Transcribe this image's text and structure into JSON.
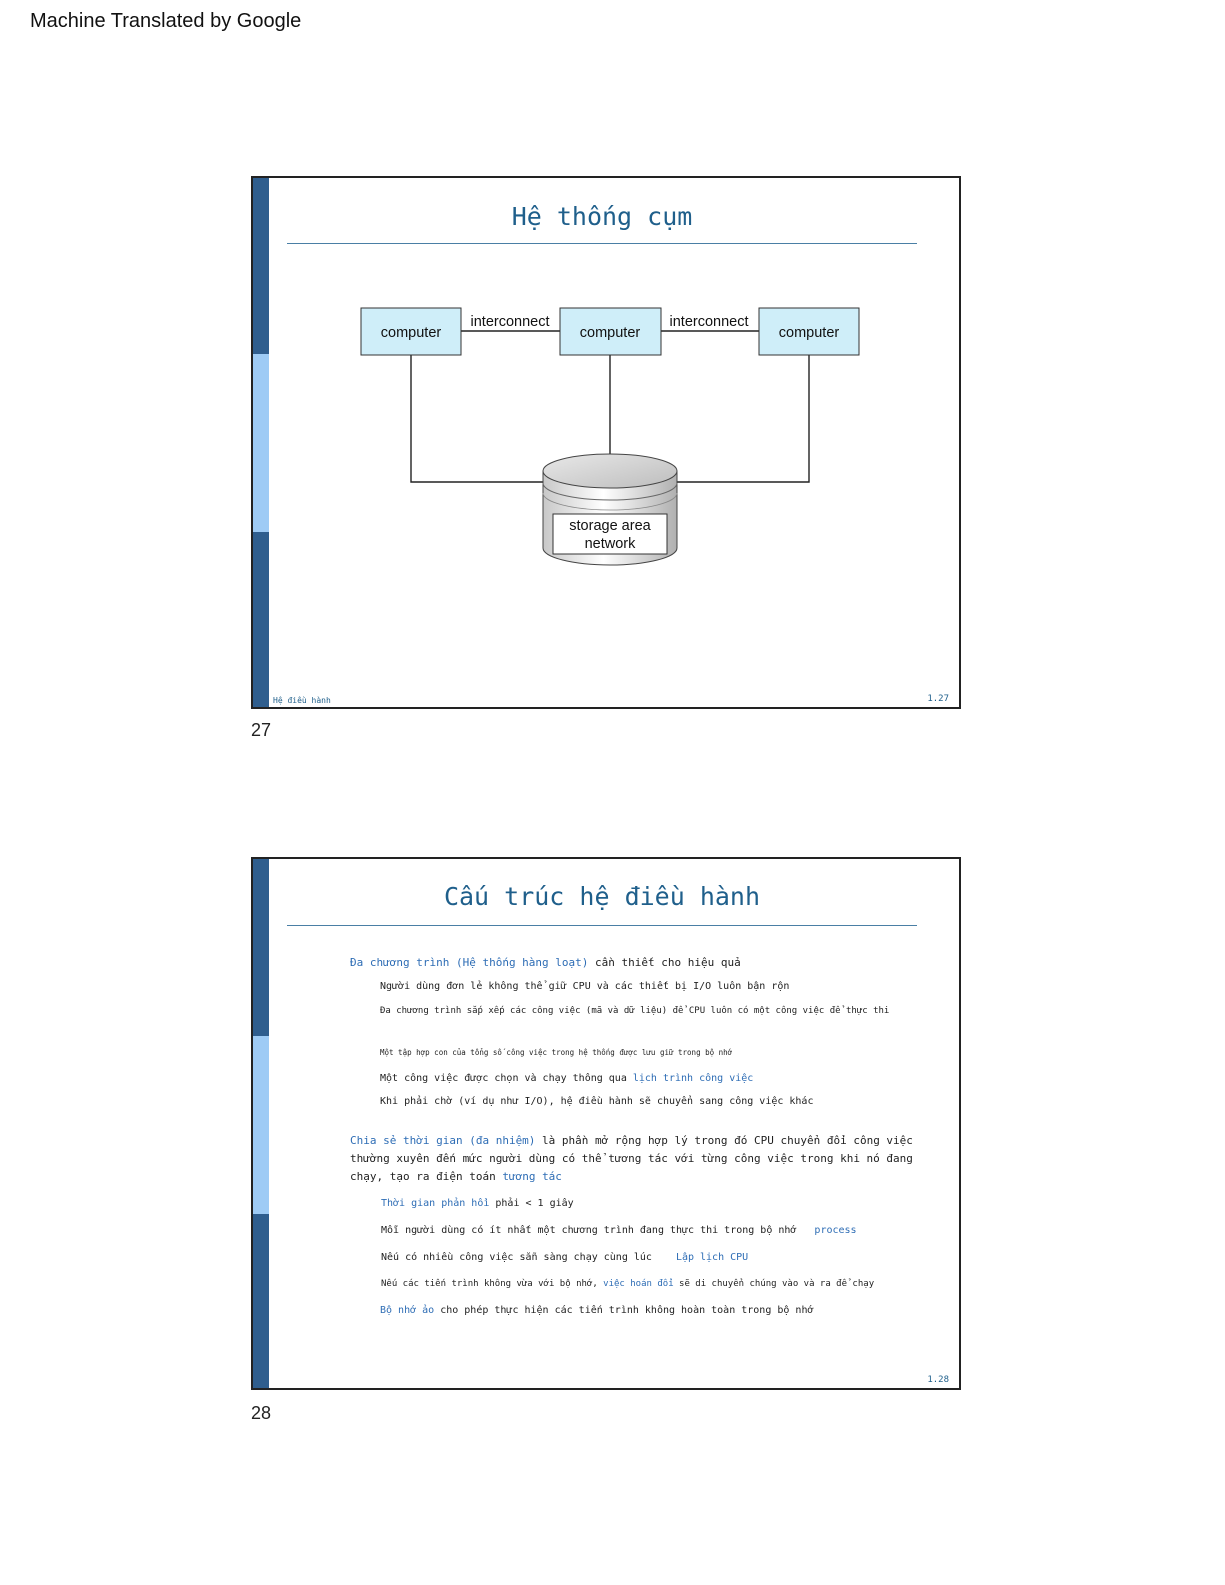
{
  "banner": "Machine Translated by Google",
  "slide27": {
    "title": "Hệ thống cụm",
    "nodes": [
      "computer",
      "computer",
      "computer"
    ],
    "links": [
      "interconnect",
      "interconnect"
    ],
    "storage_line1": "storage area",
    "storage_line2": "network",
    "footer_left": "Hệ điều hành",
    "footer_right": "1.27",
    "page_number": "27"
  },
  "slide28": {
    "title": "Cấu trúc hệ điều hành",
    "footer_right": "1.28",
    "page_number": "28",
    "b1_hl": "Đa chương trình (Hệ thống hàng loạt)",
    "b1_rest": " cần thiết cho hiệu quả",
    "b1a": "Người dùng đơn lẻ không thể giữ CPU và các thiết bị I/O luôn bận rộn",
    "b1b": "Đa chương trình sắp xếp các công việc (mã và dữ liệu) để CPU luôn có một công việc để thực thi",
    "b1c": "Một tập hợp con của tổng số công việc trong hệ thống được lưu giữ trong bộ nhớ",
    "b1d_pre": "Một công việc được chọn và chạy thông qua ",
    "b1d_hl": "lịch trình công việc",
    "b1e": "Khi phải chờ (ví dụ như I/O), hệ điều hành sẽ chuyển sang công việc khác",
    "b2_hl": "Chia sẻ thời gian (đa nhiệm)",
    "b2_rest": " là phần mở rộng hợp lý trong đó CPU chuyển đổi công việc",
    "b2_line2": "thường xuyên đến mức người dùng có thể tương tác với từng công việc trong khi nó đang",
    "b2_line3_pre": "chạy, tạo ra điện toán ",
    "b2_line3_hl": "tương tác",
    "b2a_hl": "Thời gian phản hồi",
    "b2a_rest": " phải < 1 giây",
    "b2b_pre": "Mỗi người dùng có ít nhất một chương trình đang thực thi trong bộ nhớ",
    "b2b_hl": "process",
    "b2c_pre": "Nếu có nhiều công việc sẵn sàng chạy cùng lúc",
    "b2c_hl": "Lập lịch CPU",
    "b2d_pre": "Nếu các tiến trình không vừa với bộ nhớ, ",
    "b2d_hl": "việc hoán đổi",
    "b2d_rest": " sẽ di chuyển chúng vào và ra để chạy",
    "b2e_hl": "Bộ nhớ ảo",
    "b2e_rest": " cho phép thực hiện các tiến trình không hoàn toàn trong bộ nhớ"
  }
}
